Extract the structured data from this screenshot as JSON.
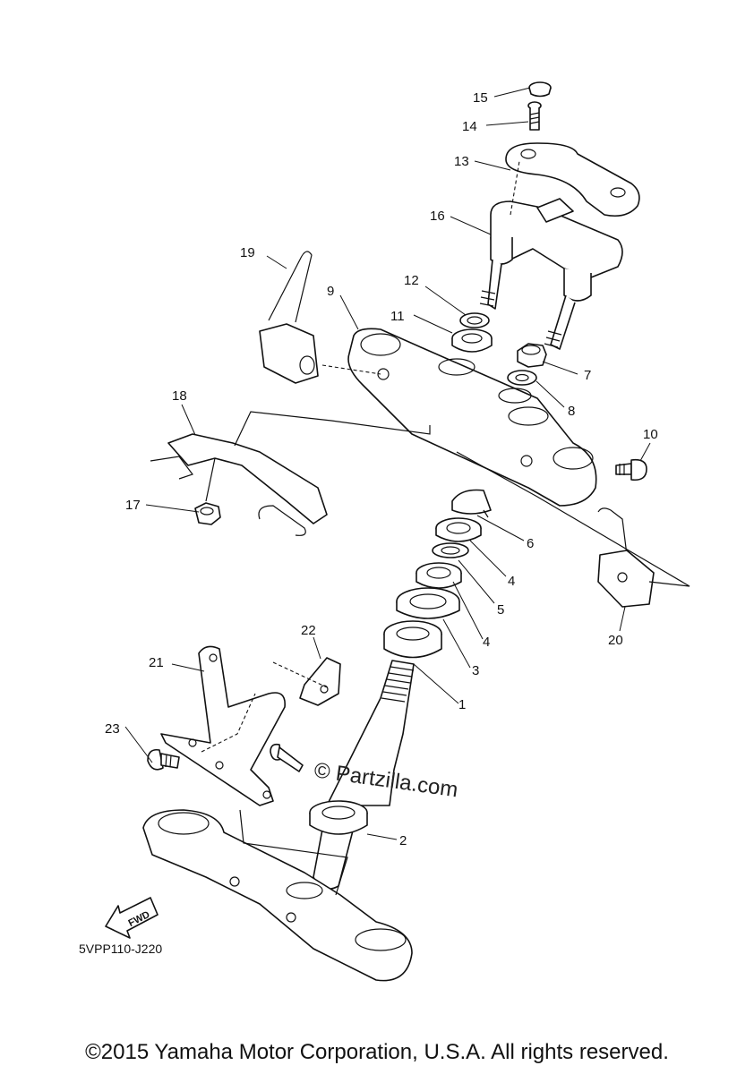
{
  "diagram": {
    "callouts": [
      {
        "id": "1",
        "label": "1"
      },
      {
        "id": "2",
        "label": "2"
      },
      {
        "id": "3",
        "label": "3"
      },
      {
        "id": "4a",
        "label": "4"
      },
      {
        "id": "4b",
        "label": "4"
      },
      {
        "id": "5",
        "label": "5"
      },
      {
        "id": "6",
        "label": "6"
      },
      {
        "id": "7",
        "label": "7"
      },
      {
        "id": "8",
        "label": "8"
      },
      {
        "id": "9",
        "label": "9"
      },
      {
        "id": "10",
        "label": "10"
      },
      {
        "id": "11",
        "label": "11"
      },
      {
        "id": "12",
        "label": "12"
      },
      {
        "id": "13",
        "label": "13"
      },
      {
        "id": "14",
        "label": "14"
      },
      {
        "id": "15",
        "label": "15"
      },
      {
        "id": "16",
        "label": "16"
      },
      {
        "id": "17",
        "label": "17"
      },
      {
        "id": "18",
        "label": "18"
      },
      {
        "id": "19",
        "label": "19"
      },
      {
        "id": "20",
        "label": "20"
      },
      {
        "id": "21",
        "label": "21"
      },
      {
        "id": "22",
        "label": "22"
      },
      {
        "id": "23",
        "label": "23"
      }
    ],
    "fwd_label": "FWD",
    "diagram_code": "5VPP110-J220",
    "watermark": "© Partzilla.com"
  },
  "footer": {
    "copyright": "©2015 Yamaha Motor Corporation, U.S.A. All rights reserved."
  }
}
